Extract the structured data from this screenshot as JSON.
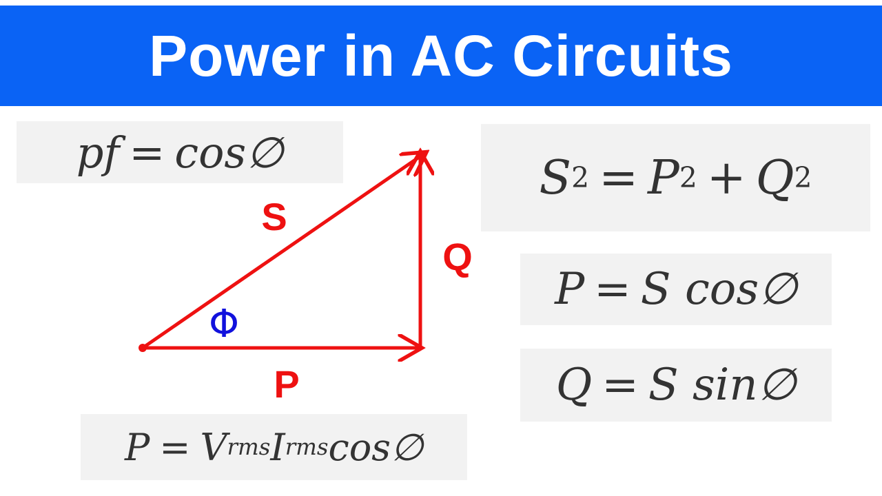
{
  "header": {
    "title": "Power in AC Circuits"
  },
  "colors": {
    "banner": "#0a63f5",
    "vector": "#ee1111",
    "angle": "#1111dd",
    "equation_bg": "#f2f2f2"
  },
  "diagram": {
    "labels": {
      "hypotenuse": "S",
      "vertical": "Q",
      "horizontal": "P",
      "angle": "Φ"
    }
  },
  "equations": {
    "pf": {
      "lhs": "pf",
      "op": "=",
      "rhs": "cos∅"
    },
    "s_squared": {
      "s": "S",
      "s_exp": "2",
      "op": "=",
      "p": "P",
      "p_exp": "2",
      "plus": "+",
      "q": "Q",
      "q_exp": "2"
    },
    "p_eq": {
      "lhs": "P",
      "op": "=",
      "rhs": "S cos∅"
    },
    "q_eq": {
      "lhs": "Q",
      "op": "=",
      "rhs": "S sin∅"
    },
    "p_vrms": {
      "lhs": "P",
      "op": "=",
      "v": "V",
      "v_sub": "rms",
      "i": "I",
      "i_sub": "rms",
      "rhs": "cos∅"
    }
  }
}
